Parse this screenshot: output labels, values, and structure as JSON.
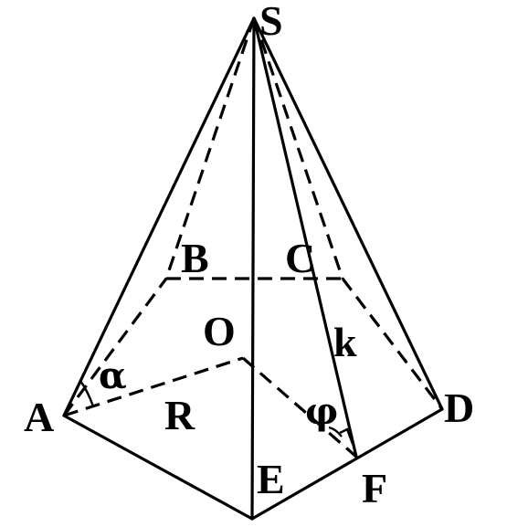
{
  "labels": {
    "apex": "S",
    "vertex_a": "A",
    "vertex_b": "B",
    "vertex_c": "C",
    "vertex_d": "D",
    "vertex_e": "E",
    "vertex_f": "F",
    "center": "O",
    "radius": "R",
    "apothem": "k",
    "angle_alpha": "α",
    "angle_phi": "φ"
  }
}
